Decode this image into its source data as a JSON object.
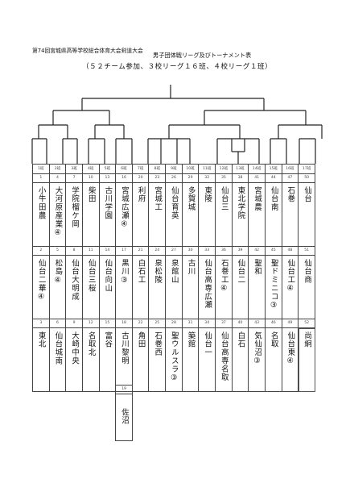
{
  "header": {
    "event_title": "第74回宮城県高等学校総合体育大会剣道大会",
    "main_title": "男子団体戦リーグ及びトーナメント表",
    "sub_title": "（５２チーム参加、３校リーグ１６班、４校リーグ１班）"
  },
  "groups": [
    {
      "label": "1班",
      "teams": [
        {
          "no": "1",
          "name": "小牛田農"
        },
        {
          "no": "2",
          "name": "仙台二華④"
        },
        {
          "no": "3",
          "name": "東北"
        }
      ]
    },
    {
      "label": "2班",
      "teams": [
        {
          "no": "4",
          "name": "大河原産業④"
        },
        {
          "no": "5",
          "name": "松島④"
        },
        {
          "no": "6",
          "name": "仙台城南"
        }
      ]
    },
    {
      "label": "3班",
      "teams": [
        {
          "no": "7",
          "name": "学院榴ケ岡"
        },
        {
          "no": "8",
          "name": "仙台大明成"
        },
        {
          "no": "9",
          "name": "大崎中央"
        }
      ]
    },
    {
      "label": "4班",
      "teams": [
        {
          "no": "10",
          "name": "柴田"
        },
        {
          "no": "11",
          "name": "仙台三桜"
        },
        {
          "no": "12",
          "name": "名取北"
        }
      ]
    },
    {
      "label": "5班",
      "teams": [
        {
          "no": "13",
          "name": "古川学園"
        },
        {
          "no": "14",
          "name": "仙台向山"
        },
        {
          "no": "15",
          "name": "富谷"
        }
      ]
    },
    {
      "label": "6班",
      "teams": [
        {
          "no": "16",
          "name": "宮城広瀬④"
        },
        {
          "no": "17",
          "name": "黒川③"
        },
        {
          "no": "18",
          "name": "古川黎明"
        }
      ]
    },
    {
      "label": "7班",
      "teams": [
        {
          "no": "20",
          "name": "利府"
        },
        {
          "no": "21",
          "name": "白石工"
        },
        {
          "no": "22",
          "name": "角田"
        }
      ]
    },
    {
      "label": "8班",
      "teams": [
        {
          "no": "23",
          "name": "宮城工"
        },
        {
          "no": "24",
          "name": "泉松陵"
        },
        {
          "no": "25",
          "name": "石巻西"
        }
      ]
    },
    {
      "label": "9班",
      "teams": [
        {
          "no": "26",
          "name": "仙台育英"
        },
        {
          "no": "27",
          "name": "泉館山"
        },
        {
          "no": "28",
          "name": "聖ウルスラ③"
        }
      ]
    },
    {
      "label": "10班",
      "teams": [
        {
          "no": "29",
          "name": "多賀城"
        },
        {
          "no": "30",
          "name": "古川"
        },
        {
          "no": "31",
          "name": "築館"
        }
      ]
    },
    {
      "label": "11班",
      "teams": [
        {
          "no": "32",
          "name": "東陵"
        },
        {
          "no": "33",
          "name": "仙台高専広瀬"
        },
        {
          "no": "34",
          "name": "仙台一"
        }
      ]
    },
    {
      "label": "12班",
      "teams": [
        {
          "no": "35",
          "name": "仙台三"
        },
        {
          "no": "36",
          "name": "石巻工④"
        },
        {
          "no": "37",
          "name": "仙台高専名取"
        }
      ]
    },
    {
      "label": "13班",
      "teams": [
        {
          "no": "38",
          "name": "東北学院"
        },
        {
          "no": "39",
          "name": "仙台二"
        },
        {
          "no": "40",
          "name": "白石"
        }
      ]
    },
    {
      "label": "14班",
      "teams": [
        {
          "no": "41",
          "name": "宮城農"
        },
        {
          "no": "42",
          "name": "聖和"
        },
        {
          "no": "43",
          "name": "気仙沼③"
        }
      ]
    },
    {
      "label": "15班",
      "teams": [
        {
          "no": "44",
          "name": "仙台南"
        },
        {
          "no": "45",
          "name": "聖ドミニコ③"
        },
        {
          "no": "46",
          "name": "名取"
        }
      ]
    },
    {
      "label": "16班",
      "teams": [
        {
          "no": "47",
          "name": "石巻"
        },
        {
          "no": "48",
          "name": "仙台工④"
        },
        {
          "no": "49",
          "name": "仙台東④"
        }
      ]
    },
    {
      "label": "17班",
      "teams": [
        {
          "no": "50",
          "name": "仙台"
        },
        {
          "no": "51",
          "name": "仙台商"
        },
        {
          "no": "52",
          "name": "尚絅"
        }
      ]
    }
  ],
  "extra": {
    "no": "19",
    "name": "佐沼"
  },
  "highlight_color": "#cc2222"
}
